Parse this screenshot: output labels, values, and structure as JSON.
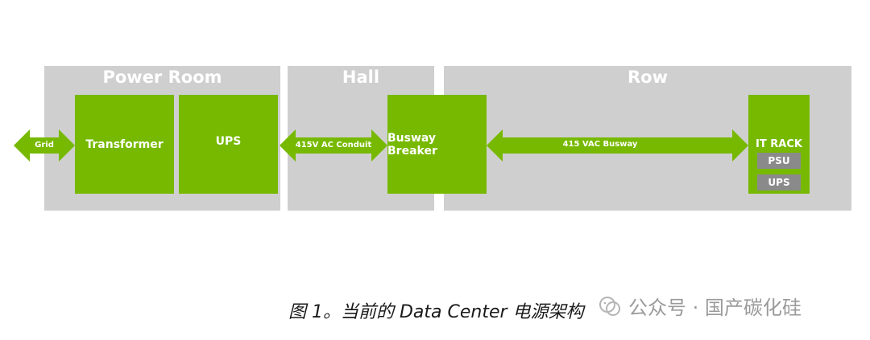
{
  "zones": {
    "power_room": "Power Room",
    "hall": "Hall",
    "row": "Row"
  },
  "boxes": {
    "transformer": "Transformer",
    "ups": "UPS",
    "busway_breaker": "Busway Breaker",
    "it_rack": "IT RACK",
    "psu": "PSU",
    "rack_ups": "UPS"
  },
  "arrows": {
    "grid": "Grid",
    "conduit": "415V AC Conduit",
    "busway": "415 VAC Busway"
  },
  "caption": "图 1。当前的 Data Center 电源架构",
  "watermark": "公众号 · 国产碳化硅",
  "colors": {
    "green": "#76b900",
    "zone_gray": "#cfcfcf",
    "chip_gray": "#8a8a8a",
    "watermark": "#9a9a9a"
  }
}
